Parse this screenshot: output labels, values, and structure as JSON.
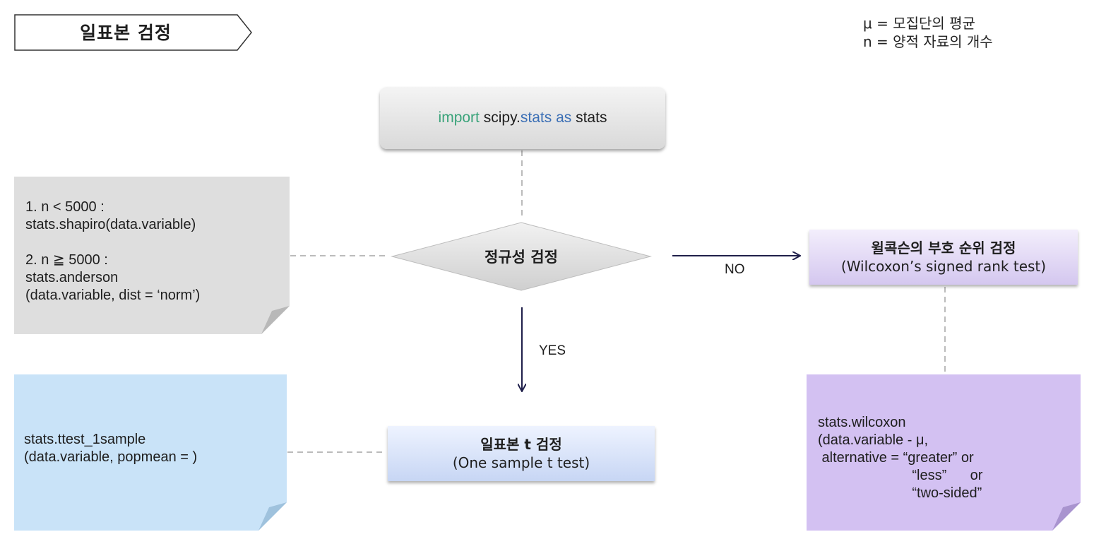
{
  "title": "일표본 검정",
  "legend": {
    "line1": "μ = 모집단의 평균",
    "line2": "n = 양적 자료의 개수"
  },
  "start": {
    "kw_import": "import",
    "module": "scipy.",
    "kw_stats": "stats",
    "kw_as": "as",
    "alias": "stats"
  },
  "decision": {
    "label": "정규성 검정",
    "yes_label": "YES",
    "no_label": "NO"
  },
  "normality_note": {
    "text": "1. n < 5000 :\nstats.shapiro(data.variable)\n\n2. n ≧ 5000 :\nstats.anderson\n(data.variable, dist = ‘norm’)"
  },
  "ttest": {
    "title": "일표본 t 검정",
    "subtitle": "(One sample t test)",
    "code": "stats.ttest_1sample\n(data.variable, popmean = )"
  },
  "wilcoxon": {
    "title": "윌콕슨의 부호 순위 검정",
    "subtitle": "(Wilcoxon’s signed rank test)",
    "code": "stats.wilcoxon\n(data.variable - μ,\n alternative = “greater” or\n                        “less”      or\n                        “two-sided”"
  },
  "colors": {
    "grey_note": "#dedede",
    "blue_note": "#c9e3f8",
    "purple_note": "#d3c1f2",
    "arrow": "#1f1f4a"
  }
}
